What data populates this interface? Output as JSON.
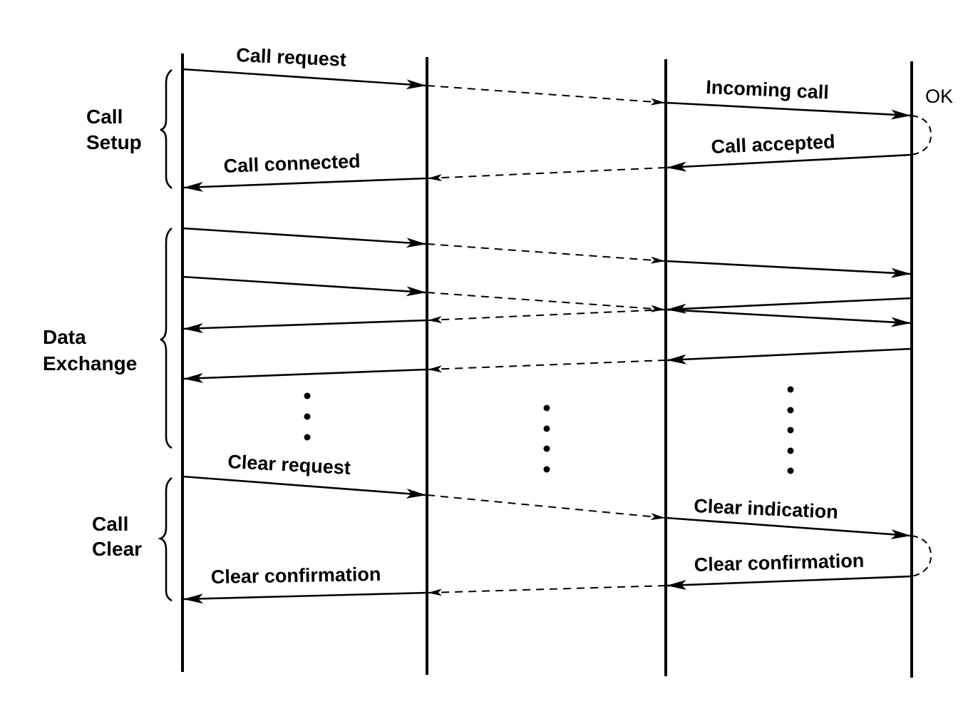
{
  "messages": {
    "call_request": "Call request",
    "incoming_call": "Incoming call",
    "ok": "OK",
    "call_accepted": "Call accepted",
    "call_connected": "Call connected",
    "clear_request": "Clear request",
    "clear_indication": "Clear indication",
    "clear_confirmation_right": "Clear confirmation",
    "clear_confirmation_left": "Clear confirmation"
  },
  "phases": {
    "call_setup": [
      "Call",
      "Setup"
    ],
    "data_exchange": [
      "Data",
      "Exchange"
    ],
    "call_clear": [
      "Call",
      "Clear"
    ]
  }
}
